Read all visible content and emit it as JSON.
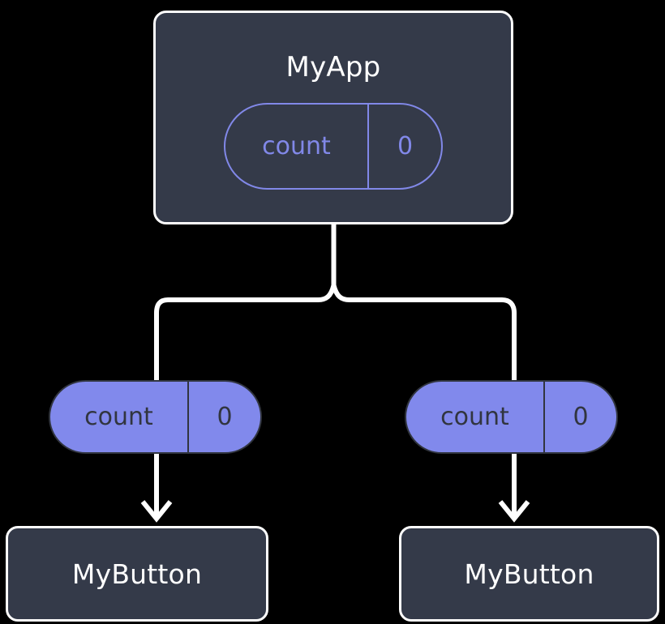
{
  "diagram": {
    "type": "component-state-tree",
    "background_color": "#000000",
    "title_text": "MyApp",
    "palette": {
      "box_fill": "#343a49",
      "box_border": "#fdfdfd",
      "box_text": "#ffffff",
      "pill_accent": "#8188e8",
      "pill_fill": "#8189ec",
      "pill_dark_text": "#31353f",
      "edge_color": "#ffffff"
    },
    "root": {
      "label": "MyApp",
      "state": {
        "key": "count",
        "value": "0"
      }
    },
    "children": [
      {
        "label": "MyButton",
        "prop": {
          "key": "count",
          "value": "0"
        }
      },
      {
        "label": "MyButton",
        "prop": {
          "key": "count",
          "value": "0"
        }
      }
    ],
    "edges": {
      "fork_label": "",
      "arrow_label": ""
    }
  }
}
